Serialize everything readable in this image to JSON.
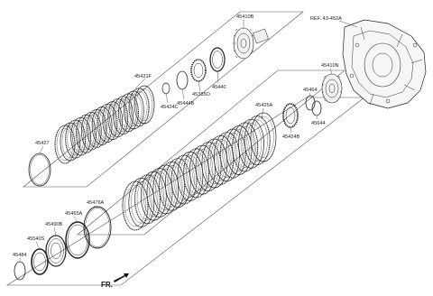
{
  "callouts": {
    "p45410B": "45410B",
    "pREF": "REF. 43-452A",
    "p45421F": "45421F",
    "p45440": "45440",
    "p45385O": "45385O",
    "p45444B": "45444B",
    "p45424C": "45424C",
    "p45410N": "45410N",
    "p45464": "45464",
    "p45644": "45644",
    "p45424B": "45424B",
    "p45427": "45427",
    "p45425A": "45425A",
    "p45476A": "45476A",
    "p45465A": "45465A",
    "p45490B": "45490B",
    "p45540S": "45540S",
    "p45484": "45484"
  },
  "direction_label": "FR.",
  "colors": {
    "line": "#222222",
    "box": "#555555",
    "background": "#ffffff"
  }
}
